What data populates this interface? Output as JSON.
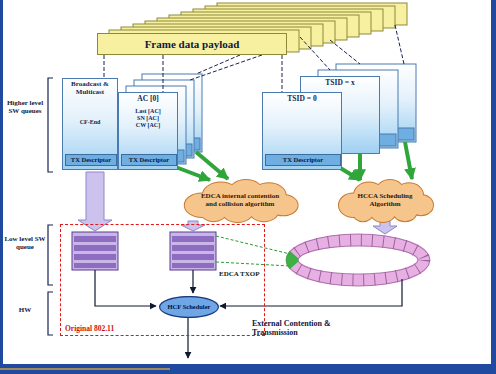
{
  "diagram": {
    "nodes": [
      {
        "text": [
          "Frame data payload"
        ]
      },
      {
        "text": [
          "Broadcast & Multicast",
          "CF-End"
        ]
      },
      {
        "text": [
          "TX Descriptor"
        ],
        "in": 1
      },
      {
        "text": [
          "AC [0]",
          "Last [AC]",
          "SN [AC]",
          "CW [AC]"
        ]
      },
      {
        "text": [
          "TX Descriptor"
        ],
        "in": 3
      },
      {
        "text": [
          "TSID = x"
        ]
      },
      {
        "text": [
          "TSID = 0"
        ]
      },
      {
        "text": [
          "TX Descriptor"
        ],
        "in": 6
      },
      {
        "text": [
          "EDCA internal contention and collision algorithm"
        ]
      },
      {
        "text": [
          "HCCA Scheduling Algorithm"
        ]
      },
      {
        "text": [
          "Original 802.11"
        ]
      },
      {
        "text": [
          "HCF Scheduler"
        ],
        "in": 10
      }
    ],
    "edges": [
      {
        "from": 0,
        "to": 1,
        "arrow": "none"
      },
      {
        "from": 0,
        "to": 3,
        "arrow": "none"
      },
      {
        "from": 0,
        "to": 6,
        "arrow": "none"
      },
      {
        "from": 4,
        "to": 8,
        "arrow": "to"
      },
      {
        "from": 5,
        "to": 9,
        "arrow": "to"
      },
      {
        "from": 7,
        "to": 9,
        "arrow": "to"
      }
    ],
    "labels": [
      "Higher level SW queues",
      "Low level SW queue",
      "HW",
      "EDCA TXOP",
      "External Contention & Transmission"
    ]
  }
}
